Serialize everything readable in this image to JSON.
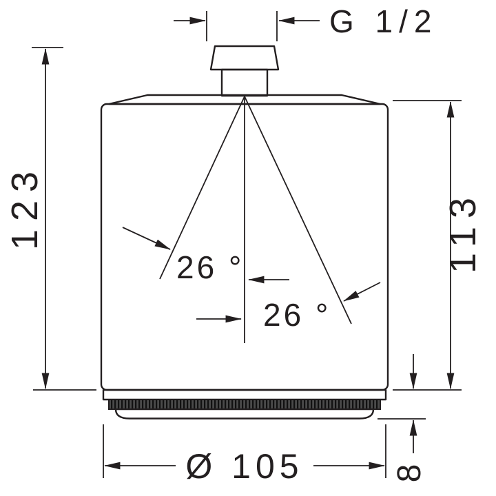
{
  "drawing": {
    "type": "technical-dimension-drawing",
    "subject": "overhead shower side view",
    "colors": {
      "line": "#231f20",
      "background": "#ffffff",
      "nozzle_band": "#4a4a4a"
    },
    "labels": {
      "thread": "G 1/2",
      "total_height": "123",
      "body_height": "113",
      "angle_upper": "26 °",
      "angle_lower": "26 °",
      "diameter": "Ø 105",
      "face_thickness": "8"
    }
  }
}
